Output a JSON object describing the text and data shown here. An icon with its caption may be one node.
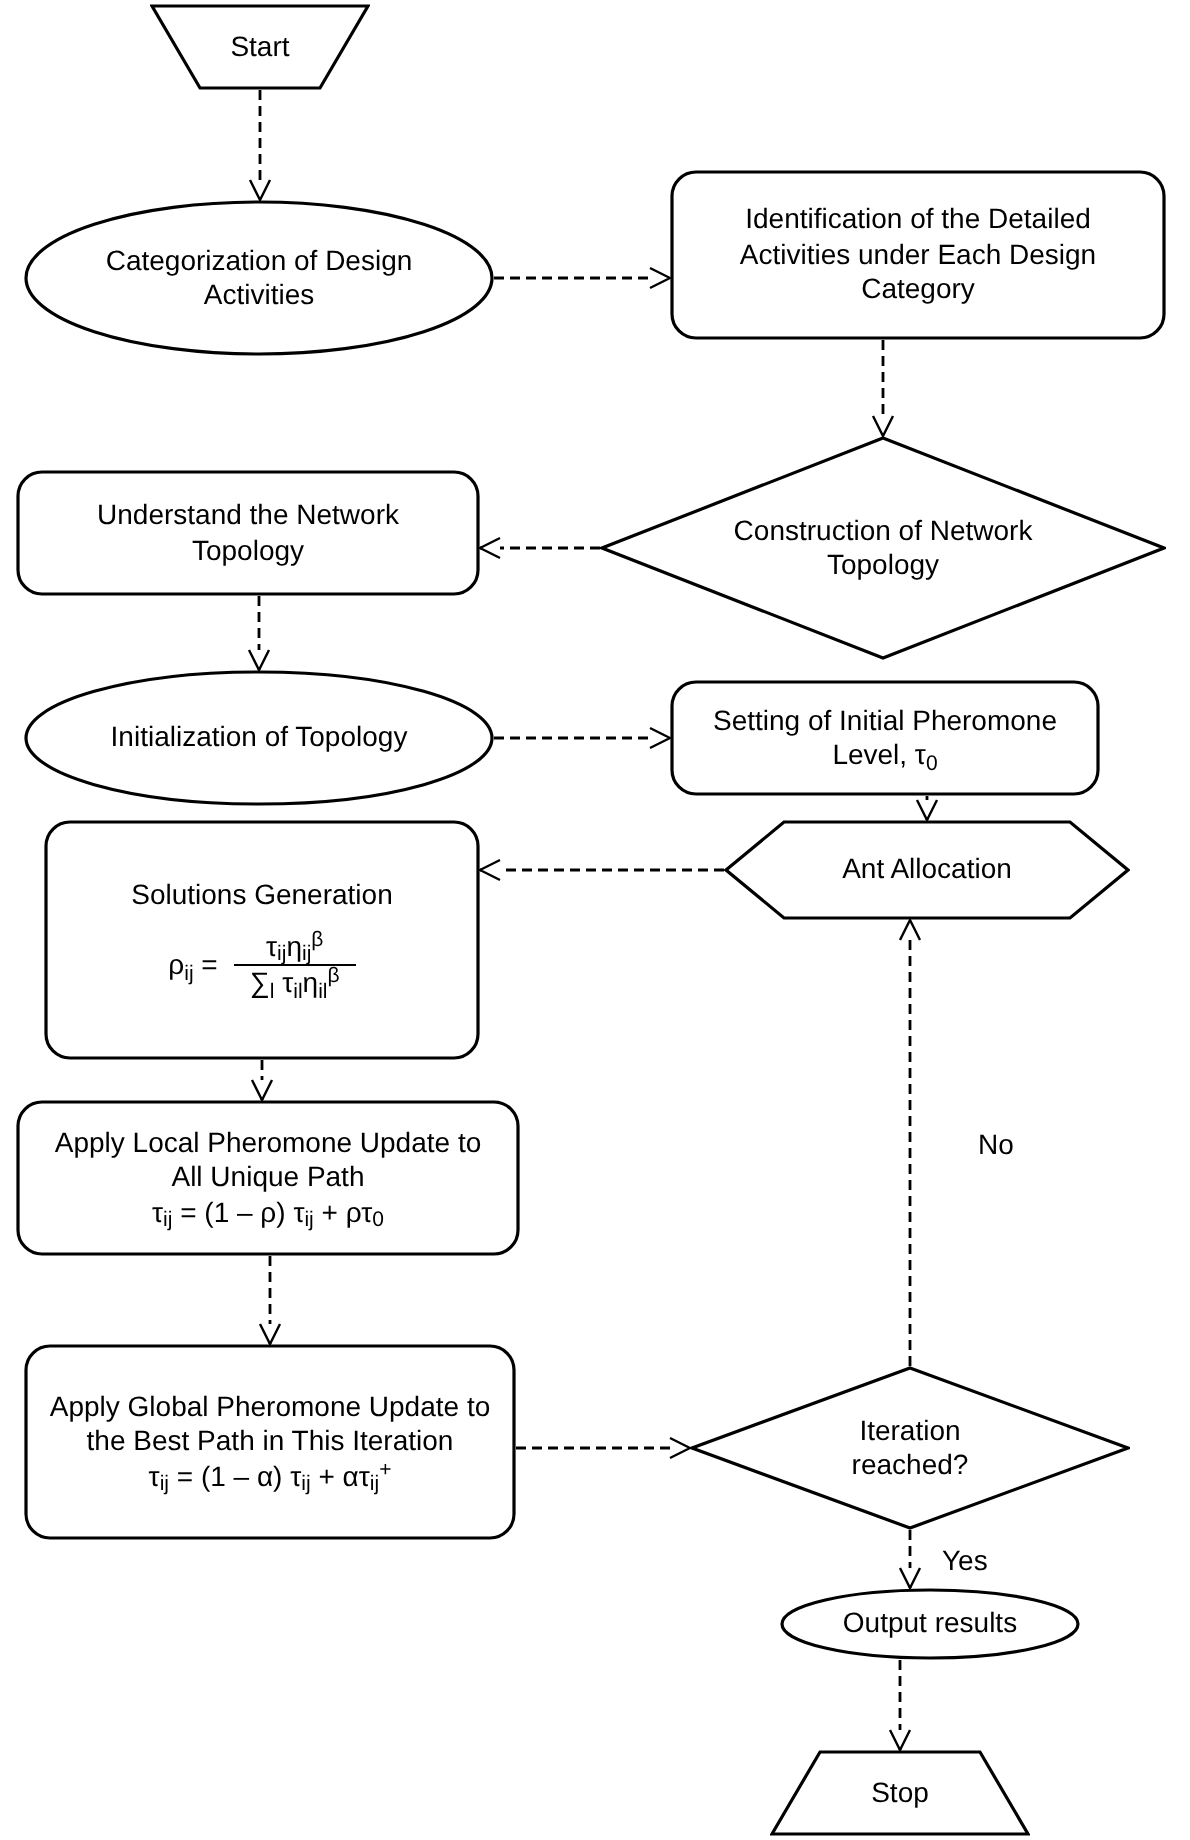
{
  "diagram": {
    "nodes": [
      {
        "text": [
          "Start"
        ]
      },
      {
        "text": [
          "Categorization of Design Activities"
        ]
      },
      {
        "text": [
          "Identification of the Detailed Activities under Each Design Category"
        ]
      },
      {
        "text": [
          "Construction of Network Topology"
        ]
      },
      {
        "text": [
          "Understand the Network Topology"
        ]
      },
      {
        "text": [
          "Initialization of Topology"
        ]
      },
      {
        "text": [
          "Setting of Initial Pheromone Level, τ$_{0}$"
        ]
      },
      {
        "text": [
          "Ant Allocation"
        ]
      },
      {
        "text": [
          "Solutions Generation",
          "ρ$_{ij}$ =",
          "τ$_{ij}$η$_{ij}$$^{β}$",
          "∑$_{l}$ τ$_{il}$η$_{il}$$^{β}$"
        ]
      },
      {
        "text": [
          "Apply Local Pheromone Update to All Unique Path",
          "τ$_{ij}$ = (1 – ρ) τ$_{ij}$ + ρτ$_{0}$"
        ]
      },
      {
        "text": [
          "Apply Global Pheromone Update to the Best Path in This Iteration",
          "τ$_{ij}$ = (1 – α) τ$_{ij}$ + ατ$_{ij}$$^{+}$"
        ]
      },
      {
        "text": [
          "Iteration reached?"
        ]
      },
      {
        "text": [
          "Output results"
        ]
      },
      {
        "text": [
          "Stop"
        ]
      }
    ],
    "edges": [
      {
        "from": 0,
        "to": 1,
        "arrow": "to"
      },
      {
        "from": 1,
        "to": 2,
        "arrow": "to"
      },
      {
        "from": 2,
        "to": 3,
        "arrow": "to"
      },
      {
        "from": 3,
        "to": 4,
        "arrow": "to"
      },
      {
        "from": 4,
        "to": 5,
        "arrow": "to"
      },
      {
        "from": 5,
        "to": 6,
        "arrow": "to"
      },
      {
        "from": 6,
        "to": 7,
        "arrow": "to"
      },
      {
        "from": 7,
        "to": 8,
        "arrow": "to"
      },
      {
        "from": 8,
        "to": 9,
        "arrow": "to"
      },
      {
        "from": 9,
        "to": 10,
        "arrow": "to"
      },
      {
        "from": 10,
        "to": 11,
        "arrow": "to"
      },
      {
        "from": 11,
        "to": 7,
        "arrow": "to",
        "label": "No"
      },
      {
        "from": 11,
        "to": 12,
        "arrow": "to",
        "label": "Yes"
      },
      {
        "from": 12,
        "to": 13,
        "arrow": "to"
      }
    ]
  }
}
